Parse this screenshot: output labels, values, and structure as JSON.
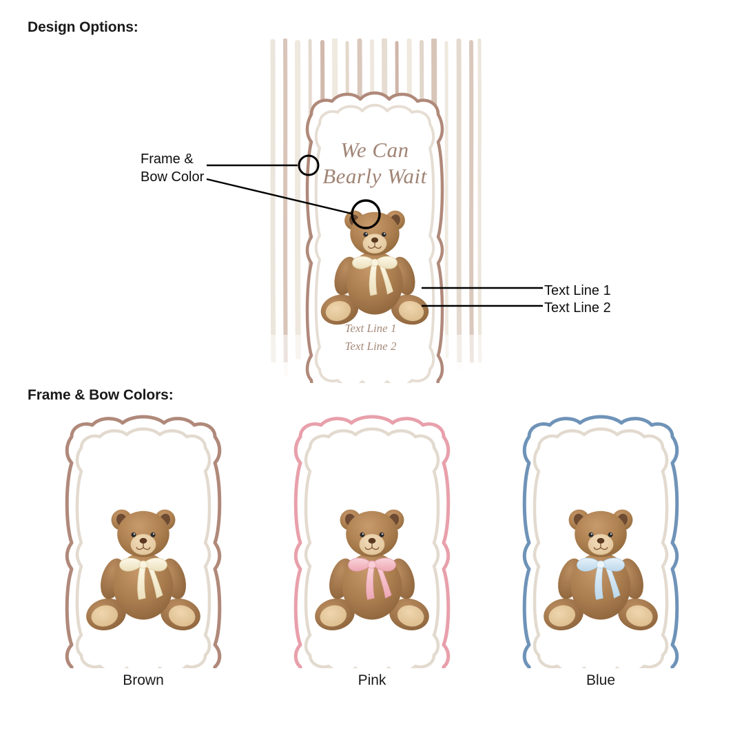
{
  "headings": {
    "design_options": "Design Options:",
    "frame_bow_colors": "Frame & Bow Colors:"
  },
  "design": {
    "card_title_line1": "We Can",
    "card_title_line2": "Bearly Wait",
    "card_text_line1": "Text Line 1",
    "card_text_line2": "Text Line 2",
    "background": "striped",
    "annotations": [
      {
        "id": "frame-bow",
        "label": "Frame &\nBow Color",
        "targets": [
          "frame-outline",
          "bear-bow"
        ]
      },
      {
        "id": "text-line-1",
        "label": "Text Line 1",
        "targets": [
          "card-text-line-1"
        ]
      },
      {
        "id": "text-line-2",
        "label": "Text Line 2",
        "targets": [
          "card-text-line-2"
        ]
      }
    ],
    "colors": {
      "script_text": "#a08475",
      "frame_outer": "#b0897a",
      "frame_inner": "#e6ddd3",
      "stripe_light": "#ebe3d9",
      "stripe_dark": "#c9ac9e",
      "card_fill": "#ffffff",
      "leader_line": "#000000"
    }
  },
  "swatches": [
    {
      "id": "brown",
      "label": "Brown",
      "frame_outer": "#b0897a",
      "frame_inner": "#e3dacf",
      "bow_color": "#f6f0dc",
      "bow_shade": "#e2d8bb"
    },
    {
      "id": "pink",
      "label": "Pink",
      "frame_outer": "#e8a0ab",
      "frame_inner": "#e3dacf",
      "bow_color": "#f6c3cb",
      "bow_shade": "#e9a6b2"
    },
    {
      "id": "blue",
      "label": "Blue",
      "frame_outer": "#6f93b8",
      "frame_inner": "#e3dacf",
      "bow_color": "#d4e6f2",
      "bow_shade": "#b6d2e6"
    }
  ],
  "bear": {
    "fur_light": "#c79a6b",
    "fur_mid": "#a87a4f",
    "fur_dark": "#8a6038",
    "muzzle": "#e8cfa8",
    "paw": "#e6c79c",
    "inner_ear": "#6e4b33",
    "nose": "#5c3a22",
    "eye": "#2b2b2b"
  }
}
